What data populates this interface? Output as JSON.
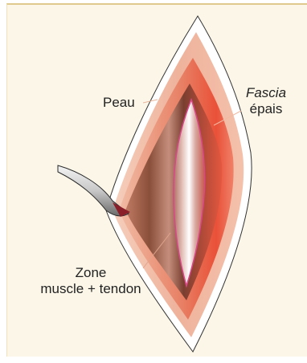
{
  "labels": {
    "peau": "Peau",
    "fascia_italic": "Fascia",
    "fascia_rest": "épais",
    "zone_line1": "Zone",
    "zone_line2": "muscle + tendon"
  },
  "colors": {
    "panel_background": "#fbf6e8",
    "panel_border": "#e0c98c",
    "skin_edge": "#ffffff",
    "fascia_red": "#e8452c",
    "incision_pink": "#d9488a",
    "muscle_brown": "#8a4f3a"
  }
}
